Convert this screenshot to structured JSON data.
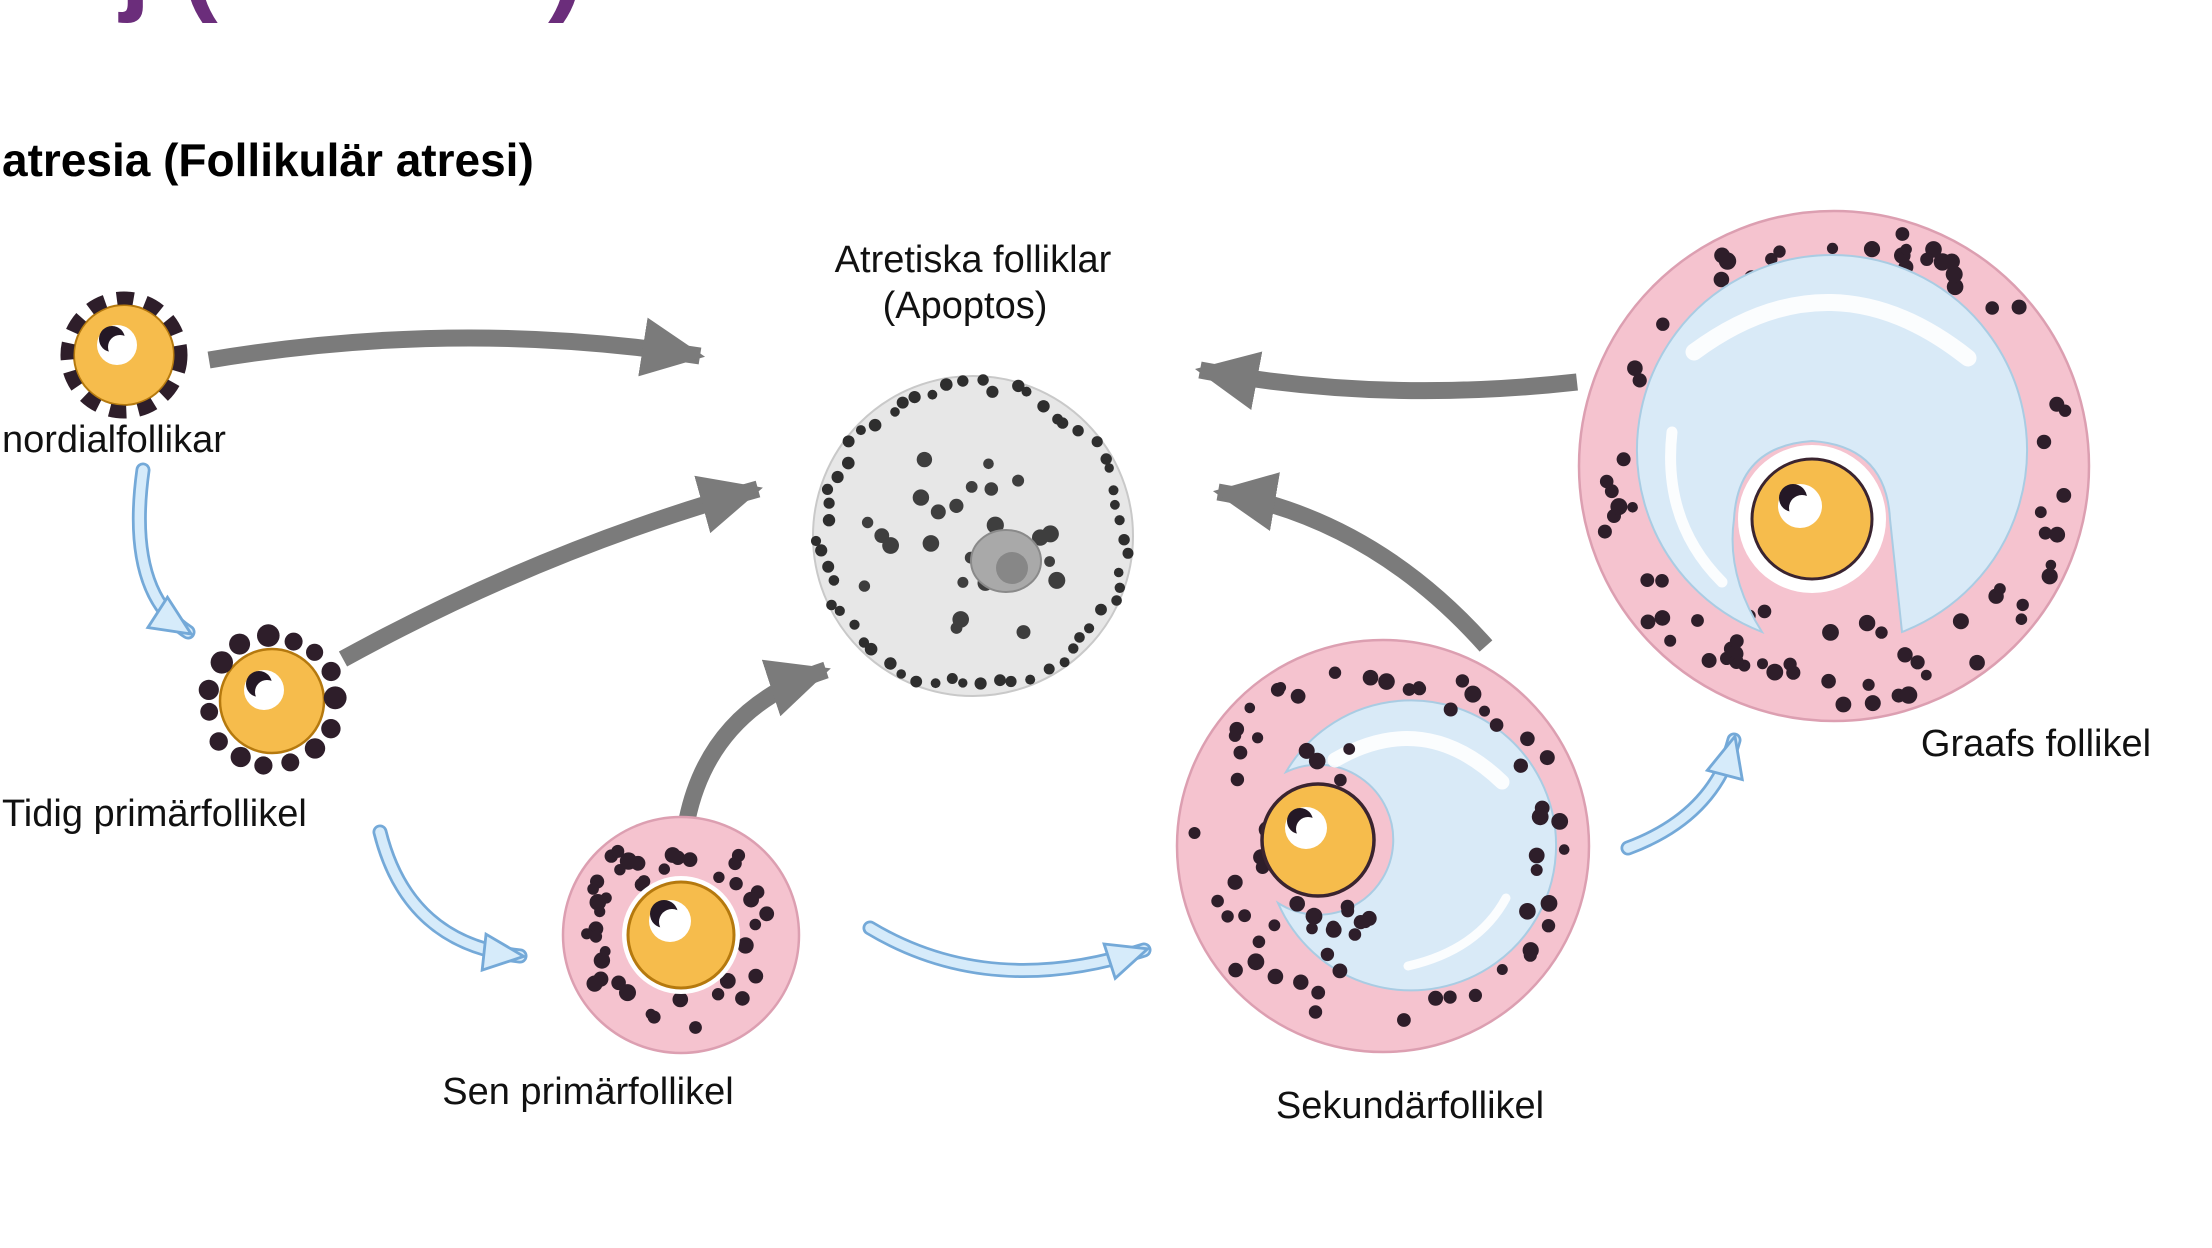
{
  "header": {
    "cropped_title_fragment_left": "j (",
    "cropped_title_fragment_right": ")",
    "heading": "atresia (Follikulär atresi)"
  },
  "diagram": {
    "labels": {
      "atretic_title_line1": "Atretiska folliklar",
      "atretic_title_line2": "(Apoptos)",
      "primordial": "nordialfollikar",
      "early_primary": "Tidig primärfollikel",
      "late_primary": "Sen primärfollikel",
      "secondary": "Sekundärfollikel",
      "graafian": "Graafs follikel"
    },
    "colors": {
      "follicle_pink": "#F5C3CF",
      "follicle_pink_stroke": "#DC9FB1",
      "oocyte_orange": "#F6BC4C",
      "oocyte_stroke": "#B5790E",
      "antrum_blue": "#D9EAF7",
      "antrum_stroke": "#A9CCE3",
      "granulosa_dot": "#2E1E2A",
      "atretic_gray": "#E7E7E7",
      "arrow_gray": "#7B7B7B",
      "arrow_blue_fill": "#D6EBFA",
      "arrow_blue_stroke": "#74A9D8",
      "accent_purple": "#6B2D7B",
      "label_text": "#111111",
      "nucleus_dark": "#241826"
    }
  }
}
